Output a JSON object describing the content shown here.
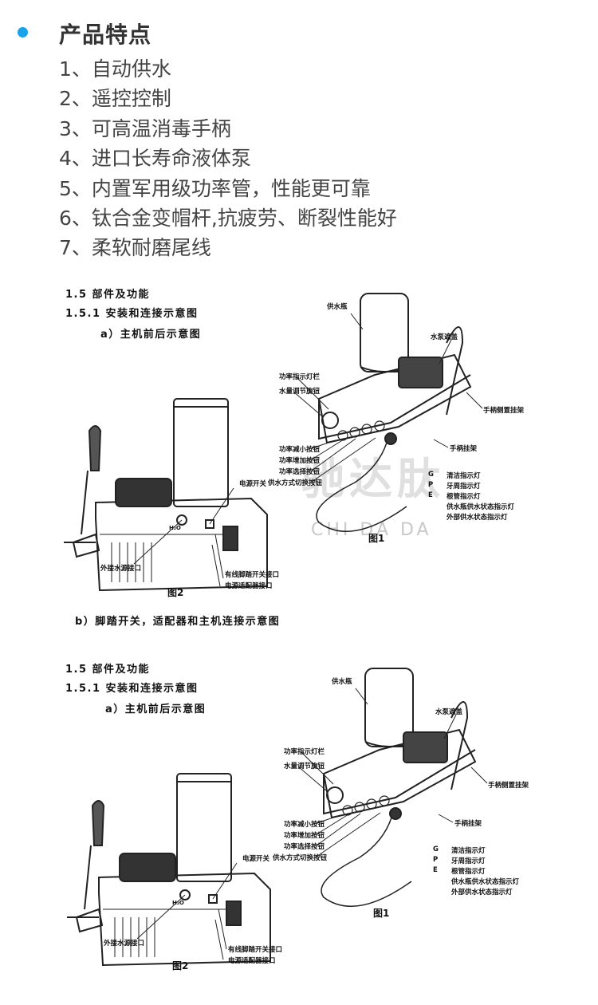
{
  "section": {
    "title": "产品特点"
  },
  "features": [
    "1、自动供水",
    "2、遥控控制",
    "3、可高温消毒手柄",
    "4、进口长寿命液体泵",
    "5、内置军用级功率管，性能更可靠",
    "6、钛合金变帽杆,抗疲劳、断裂性能好",
    "7、柔软耐磨尾线"
  ],
  "manual": {
    "h1": "1.5  部件及功能",
    "h2": "1.5.1  安装和连接示意图",
    "h3": "a）主机前后示意图",
    "fig1": "图1",
    "fig2": "图2",
    "caption_b": "b）脚踏开关，适配器和主机连接示意图",
    "labels": {
      "bottle": "供水瓶",
      "pump_cover": "水泵遮盖",
      "power_indicator": "功率指示灯栏",
      "water_knob": "水量调节旋钮",
      "side_holder": "手柄侧置挂架",
      "handle_holder": "手柄挂架",
      "power_down": "功率减小按钮",
      "power_up": "功率增加按钮",
      "power_select": "功率选择按钮",
      "water_switch": "供水方式切换按钮",
      "power_switch": "电源开关",
      "ext_water": "外接水源接口",
      "foot_switch": "有线脚踏开关接口",
      "adapter": "电源适配器接口",
      "h2o": "H₂O",
      "g": "G",
      "p": "P",
      "e": "E",
      "clean_light": "清洁指示灯",
      "perio_light": "牙周指示灯",
      "endo_light": "根管指示灯",
      "bottle_light": "供水瓶供水状态指示灯",
      "ext_light": "外部供水状态指示灯"
    }
  },
  "watermark": {
    "cn": "驰达肽",
    "en": "CHI DA DA"
  }
}
